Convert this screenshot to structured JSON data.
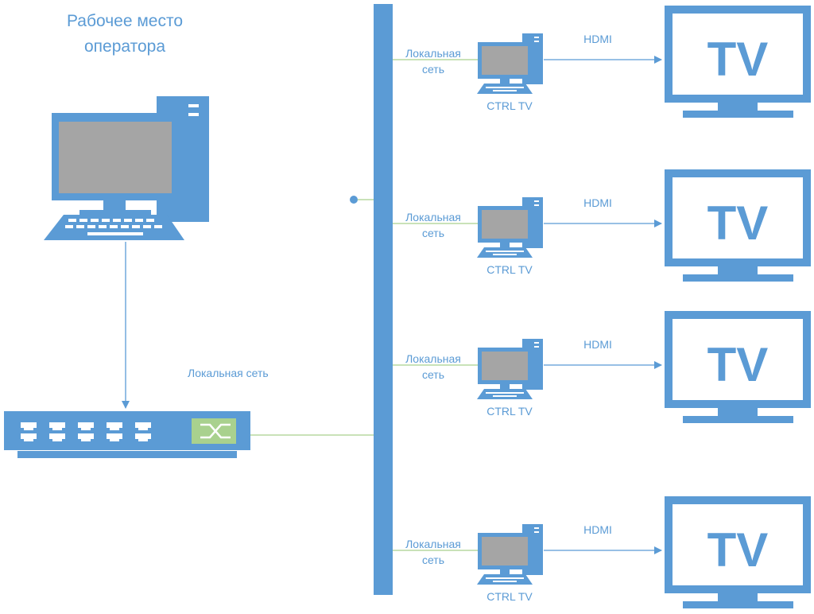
{
  "operator": {
    "title_line1": "Рабочее место",
    "title_line2": "оператора"
  },
  "switch": {
    "link_label": "Локальная сеть"
  },
  "nodes": [
    {
      "lan_line1": "Локальная",
      "lan_line2": "сеть",
      "ctrl_label": "CTRL TV",
      "hdmi_label": "HDMI",
      "tv_label": "TV"
    },
    {
      "lan_line1": "Локальная",
      "lan_line2": "сеть",
      "ctrl_label": "CTRL TV",
      "hdmi_label": "HDMI",
      "tv_label": "TV"
    },
    {
      "lan_line1": "Локальная",
      "lan_line2": "сеть",
      "ctrl_label": "CTRL TV",
      "hdmi_label": "HDMI",
      "tv_label": "TV"
    },
    {
      "lan_line1": "Локальная",
      "lan_line2": "сеть",
      "ctrl_label": "CTRL TV",
      "hdmi_label": "HDMI",
      "tv_label": "TV"
    }
  ],
  "colors": {
    "primary": "#5b9bd5",
    "screen": "#a5a5a5",
    "network_line": "#a9d18e",
    "switch_icon": "#a9d18e"
  }
}
